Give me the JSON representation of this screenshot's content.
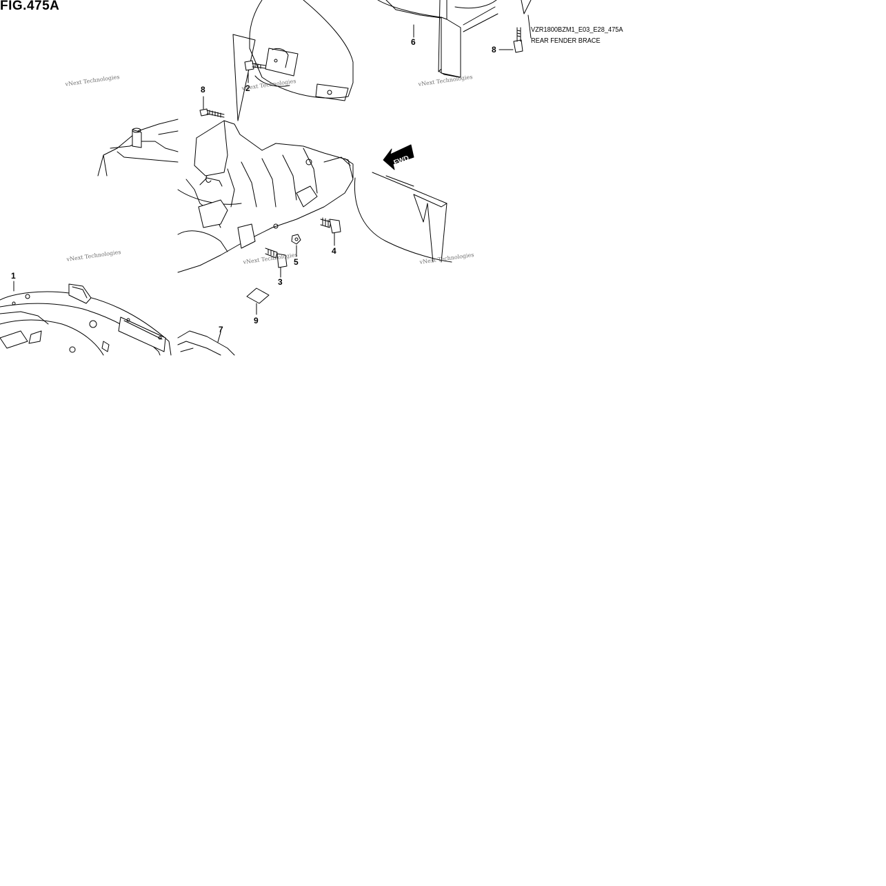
{
  "figure": {
    "title": "FIG.475A",
    "code": "VZR1800BZM1_E03_E28_475A",
    "name": "REAR FENDER BRACE"
  },
  "callouts": {
    "c1": "1",
    "c2": "2",
    "c3": "3",
    "c4": "4",
    "c5": "5",
    "c6": "6",
    "c7": "7",
    "c8a": "8",
    "c8b": "8",
    "c9": "9"
  },
  "fwd_label": "FWD",
  "watermark": "vNext Technologies"
}
